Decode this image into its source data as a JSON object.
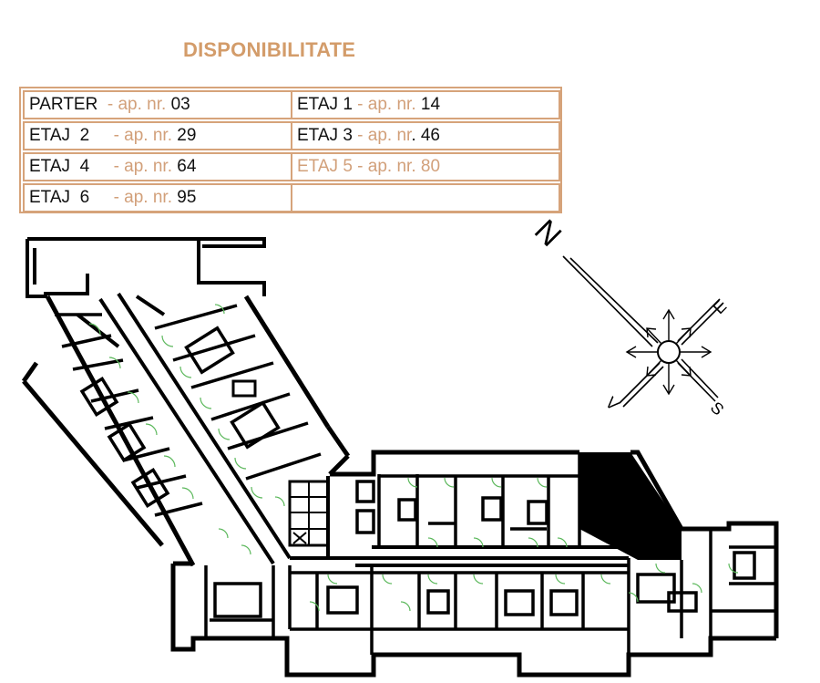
{
  "title": "DISPONIBILITATE",
  "availability": [
    {
      "floor": "PARTER",
      "sep": "  - ap. nr. ",
      "apartment": "03",
      "muted": false
    },
    {
      "floor": "ETAJ 1",
      "sep": " - ap. nr. ",
      "apartment": "14",
      "muted": false
    },
    {
      "floor": "ETAJ  2",
      "sep": "     - ap. nr. ",
      "apartment": "29",
      "muted": false
    },
    {
      "floor": "ETAJ 3",
      "sep": " - ap. nr",
      "apartment": ". 46",
      "muted": false
    },
    {
      "floor": "ETAJ  4",
      "sep": "     - ap. nr. ",
      "apartment": "64",
      "muted": false
    },
    {
      "floor": "ETAJ 5",
      "sep": " - ap. nr. ",
      "apartment": "80",
      "muted": true
    },
    {
      "floor": "ETAJ  6",
      "sep": "     - ap. nr. ",
      "apartment": "95",
      "muted": false
    },
    {
      "floor": "",
      "sep": "",
      "apartment": "",
      "muted": false
    }
  ],
  "compass": {
    "n": "N",
    "e": "E",
    "s": "S",
    "v": "V"
  },
  "colors": {
    "accent": "#d39c6a",
    "table_border": "#d6a37a",
    "plan_line": "#000000",
    "door_swing": "#5cb85c"
  }
}
